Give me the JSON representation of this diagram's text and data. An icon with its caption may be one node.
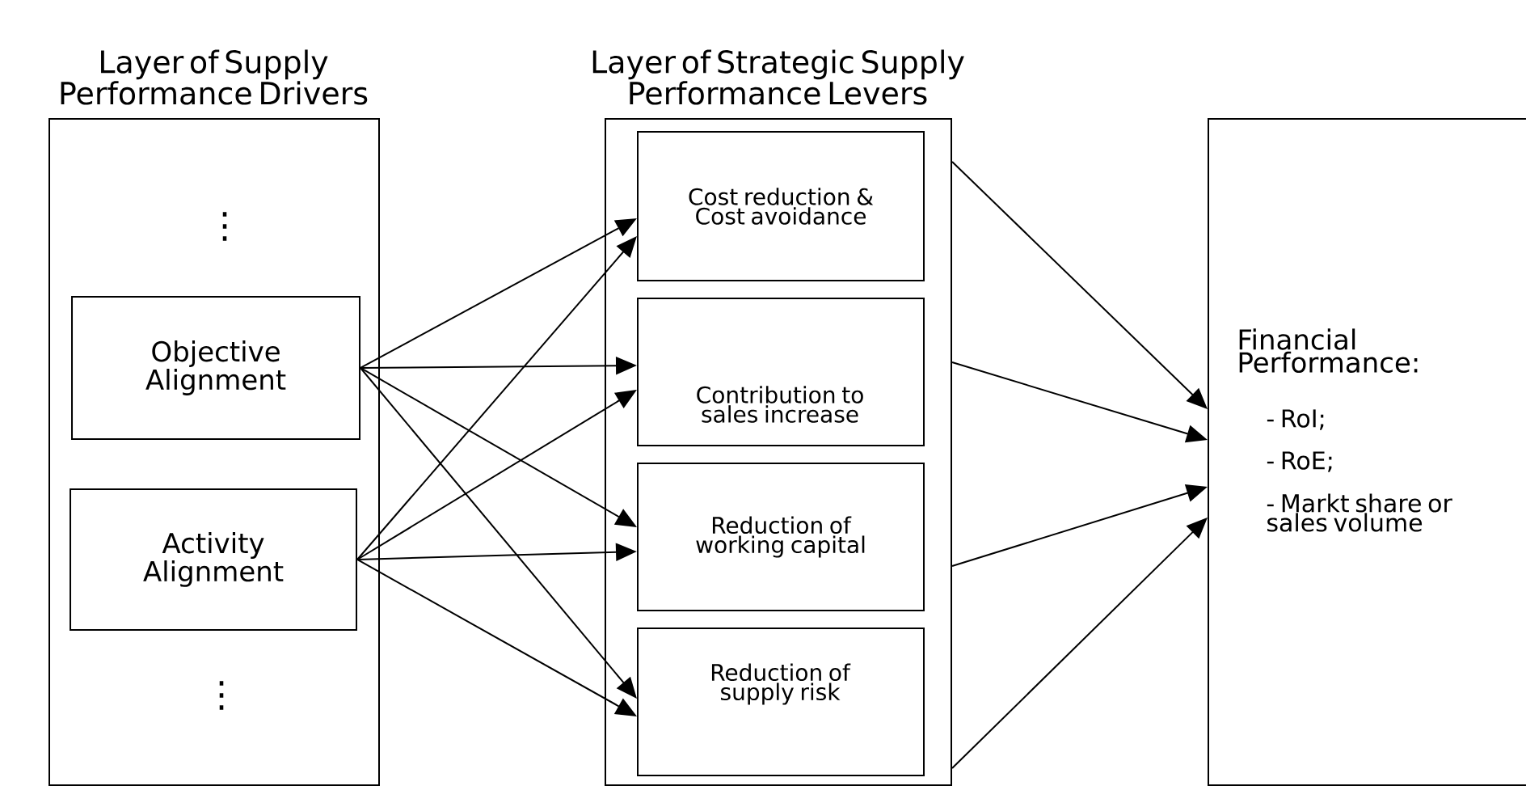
{
  "diagram": {
    "nodes": [
      {
        "text": [
          "Layer of Supply Performance Drivers"
        ]
      },
      {
        "text": [
          "Objective Alignment"
        ],
        "in": 0
      },
      {
        "text": [
          "Activity Alignment"
        ],
        "in": 0
      },
      {
        "text": [
          "Layer of Strategic Supply Performance Levers"
        ]
      },
      {
        "text": [
          "Cost reduction & Cost avoidance"
        ],
        "in": 3
      },
      {
        "text": [
          "Contribution to sales increase"
        ],
        "in": 3
      },
      {
        "text": [
          "Reduction of working capital"
        ],
        "in": 3
      },
      {
        "text": [
          "Reduction of supply risk"
        ],
        "in": 3
      },
      {
        "text": [
          "Financial Performance:",
          "- RoI;",
          "- RoE;",
          "- Markt share or sales volume"
        ]
      }
    ],
    "edges": [
      {
        "from": 1,
        "to": 4,
        "arrow": "to"
      },
      {
        "from": 1,
        "to": 5,
        "arrow": "to"
      },
      {
        "from": 1,
        "to": 6,
        "arrow": "to"
      },
      {
        "from": 1,
        "to": 7,
        "arrow": "to"
      },
      {
        "from": 2,
        "to": 4,
        "arrow": "to"
      },
      {
        "from": 2,
        "to": 5,
        "arrow": "to"
      },
      {
        "from": 2,
        "to": 6,
        "arrow": "to"
      },
      {
        "from": 2,
        "to": 7,
        "arrow": "to"
      },
      {
        "from": 4,
        "to": 8,
        "arrow": "to"
      },
      {
        "from": 5,
        "to": 8,
        "arrow": "to"
      },
      {
        "from": 6,
        "to": 8,
        "arrow": "to"
      },
      {
        "from": 7,
        "to": 8,
        "arrow": "to"
      }
    ],
    "labels": [
      "⋮",
      "⋮"
    ]
  }
}
